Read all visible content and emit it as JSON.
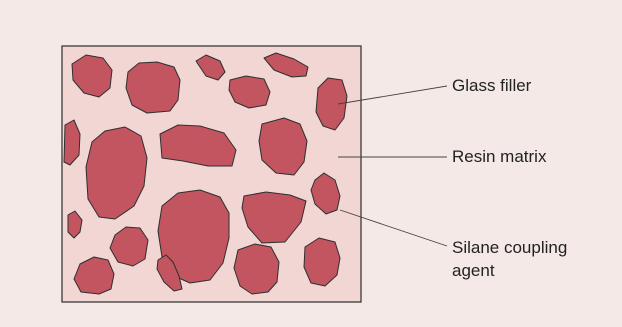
{
  "labels": {
    "glass_filler": "Glass filler",
    "resin_matrix": "Resin matrix",
    "silane_line1": "Silane coupling",
    "silane_line2": "agent"
  },
  "colors": {
    "background": "#f4e9e6",
    "matrix_fill": "#f1d6d4",
    "particle_fill": "#c2555f",
    "outline": "#3a3a3a"
  }
}
